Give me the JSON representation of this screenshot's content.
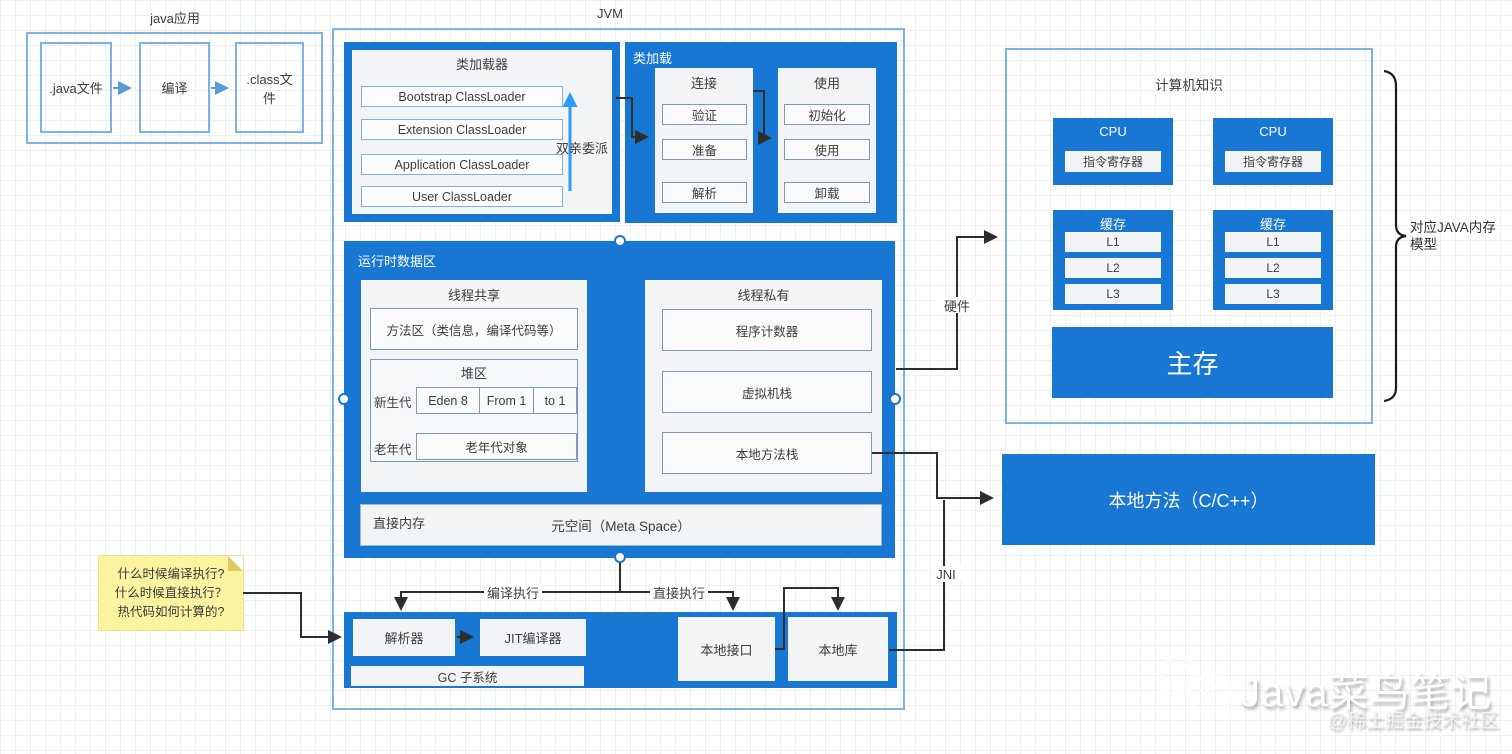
{
  "java_app": {
    "title": "java应用",
    "steps": [
      ".java文件",
      "编译",
      ".class文件"
    ]
  },
  "jvm": {
    "title": "JVM",
    "class_loader": {
      "title": "类加载器",
      "loaders": [
        "Bootstrap ClassLoader",
        "Extension ClassLoader",
        "Application ClassLoader",
        "User ClassLoader"
      ],
      "delegation_label": "双亲委派"
    },
    "class_loading": {
      "title": "类加载",
      "link": {
        "title": "连接",
        "steps": [
          "验证",
          "准备",
          "解析"
        ]
      },
      "use": {
        "title": "使用",
        "steps": [
          "初始化",
          "使用",
          "卸载"
        ]
      }
    },
    "runtime_area": {
      "title": "运行时数据区",
      "thread_shared": {
        "title": "线程共享",
        "method_area": "方法区（类信息，编译代码等）",
        "heap": {
          "title": "堆区",
          "young_label": "新生代",
          "young_parts": [
            "Eden 8",
            "From 1",
            "to 1"
          ],
          "old_label": "老年代",
          "old_box": "老年代对象"
        }
      },
      "thread_private": {
        "title": "线程私有",
        "items": [
          "程序计数器",
          "虚拟机栈",
          "本地方法栈"
        ]
      },
      "direct_memory": {
        "label": "直接内存",
        "metaspace": "元空间（Meta Space）"
      }
    },
    "execution": {
      "compiled_label": "编译执行",
      "direct_label": "直接执行",
      "parser": "解析器",
      "jit": "JIT编译器",
      "gc": "GC 子系统",
      "native_interface": "本地接口",
      "native_library": "本地库"
    }
  },
  "hardware_label": "硬件",
  "jni_label": "JNI",
  "computer": {
    "title": "计算机知识",
    "cpu": {
      "title": "CPU",
      "register": "指令寄存器"
    },
    "cache": {
      "title": "缓存",
      "levels": [
        "L1",
        "L2",
        "L3"
      ]
    },
    "main_memory": "主存"
  },
  "brace_label": "对应JAVA内存模型",
  "native_methods_label": "本地方法（C/C++）",
  "note": {
    "lines": [
      "什么时候编译执行?",
      "什么时候直接执行？",
      "热代码如何计算的?"
    ]
  },
  "watermark": {
    "title": "Java菜鸟笔记",
    "subtitle": "@稀土掘金技术社区"
  },
  "colors": {
    "shape_blue": "#1777d3",
    "light_blue_border": "#7eb2e4",
    "connector_black": "#2e2e2e",
    "delegation_arrow_blue": "#2e9bf5",
    "note_yellow": "#fbf3a0"
  }
}
